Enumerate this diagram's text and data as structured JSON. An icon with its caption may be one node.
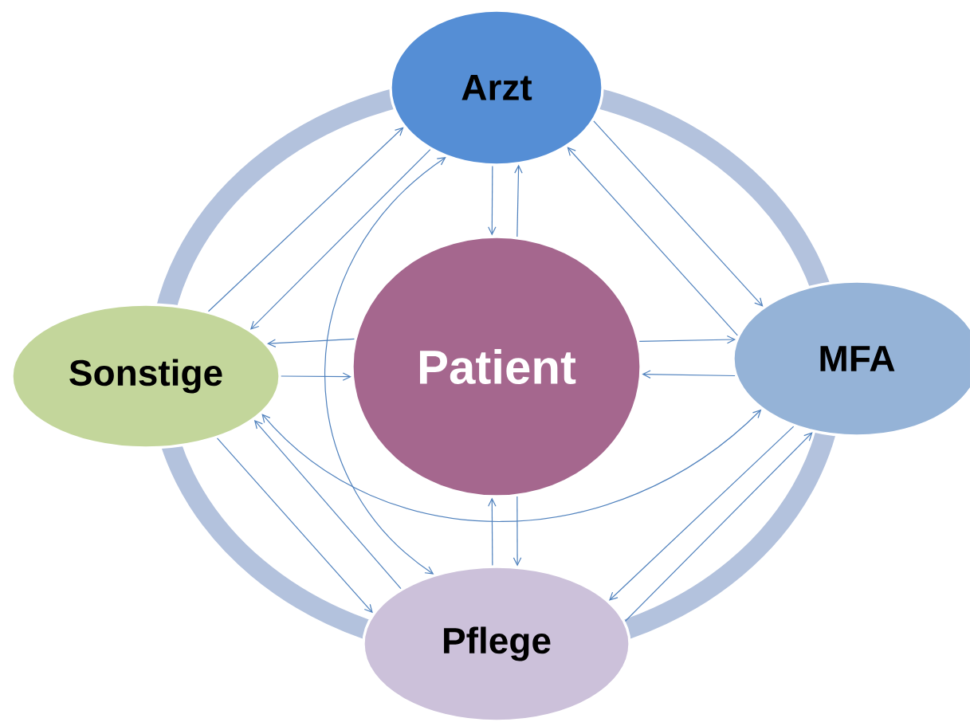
{
  "diagram": {
    "nodes": [
      {
        "text": [
          "Arzt"
        ]
      },
      {
        "text": [
          "Sonstige"
        ]
      },
      {
        "text": [
          "Patient"
        ]
      },
      {
        "text": [
          "MFA"
        ]
      },
      {
        "text": [
          "Pflege"
        ]
      }
    ],
    "edges": [
      {
        "from": 1,
        "to": 0,
        "arrow": "to"
      },
      {
        "from": 0,
        "to": 1,
        "arrow": "to"
      },
      {
        "from": 0,
        "to": 2,
        "arrow": "to"
      },
      {
        "from": 2,
        "to": 0,
        "arrow": "to"
      },
      {
        "from": 0,
        "to": 3,
        "arrow": "to"
      },
      {
        "from": 3,
        "to": 0,
        "arrow": "to"
      },
      {
        "from": 0,
        "to": 4,
        "arrow": "both"
      },
      {
        "from": 2,
        "to": 1,
        "arrow": "to"
      },
      {
        "from": 1,
        "to": 2,
        "arrow": "to"
      },
      {
        "from": 1,
        "to": 3,
        "arrow": "both"
      },
      {
        "from": 2,
        "to": 3,
        "arrow": "to"
      },
      {
        "from": 3,
        "to": 2,
        "arrow": "to"
      },
      {
        "from": 1,
        "to": 4,
        "arrow": "to"
      },
      {
        "from": 4,
        "to": 1,
        "arrow": "to"
      },
      {
        "from": 4,
        "to": 2,
        "arrow": "to"
      },
      {
        "from": 2,
        "to": 4,
        "arrow": "to"
      },
      {
        "from": 3,
        "to": 4,
        "arrow": "to"
      },
      {
        "from": 4,
        "to": 3,
        "arrow": "to"
      }
    ]
  }
}
